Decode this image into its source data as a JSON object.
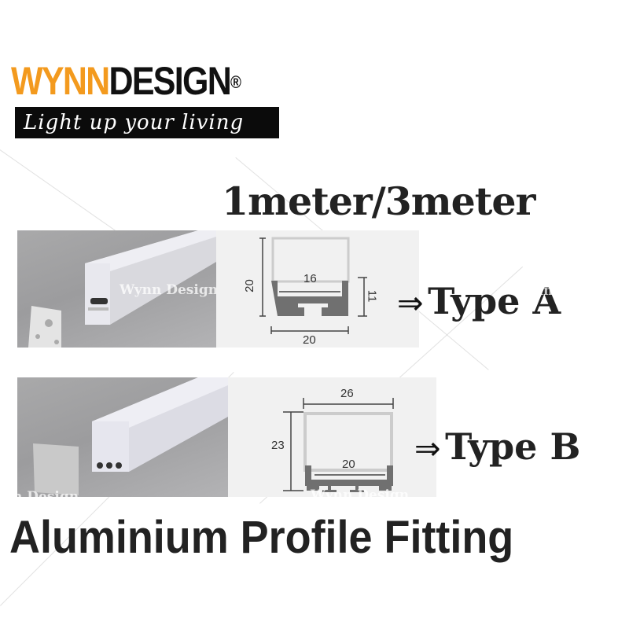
{
  "brand": {
    "name_orange": "WYNN",
    "name_black": "DESIGN",
    "registered_mark": "®",
    "tagline": "Light up your living",
    "colors": {
      "orange": "#f39a1e",
      "black": "#111111"
    }
  },
  "length_title": "1meter/3meter",
  "products": [
    {
      "type_label": "Type A",
      "arrow": "⇒",
      "photo_alt": "Aluminium profile Type A with end cap",
      "dimensions": {
        "height": "20",
        "inner_width": "16",
        "channel_height": "11",
        "outer_width": "20"
      }
    },
    {
      "type_label": "Type B",
      "arrow": "⇒",
      "photo_alt": "Aluminium profile Type B with end cap",
      "dimensions": {
        "top_width": "26",
        "height": "23",
        "inner_width": "20"
      }
    }
  ],
  "watermark_text": "Wynn Design",
  "footer_title": "Aluminium Profile Fitting"
}
